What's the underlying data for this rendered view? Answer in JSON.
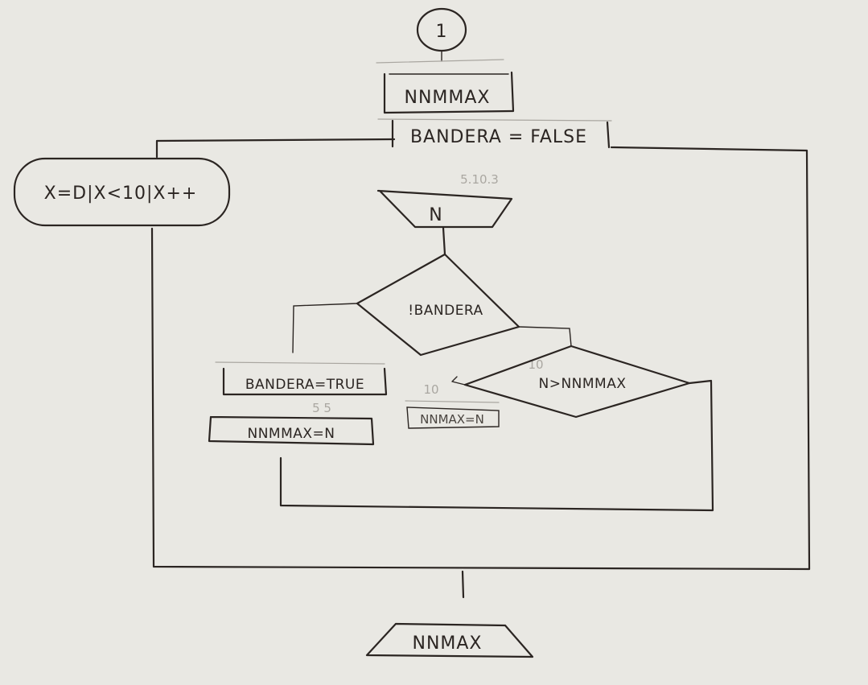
{
  "flowchart": {
    "start_connector": "1",
    "init_output": "NNMMAX",
    "init_assignment": "BANDERA = FALSE",
    "loop_header": "X=D|X<10|X++",
    "read_input": "N",
    "read_annotation": "5.10.3",
    "condition_flag": "!BANDERA",
    "set_flag": "BANDERA=TRUE",
    "assign_max_left": "NNMMAX=N",
    "left_annotation": "5 5",
    "condition_compare": "N>NNMMAX",
    "compare_annotation": "10",
    "assign_max_right": "NNMAX=N",
    "right_annotation": "10",
    "final_output": "NNMAX"
  }
}
